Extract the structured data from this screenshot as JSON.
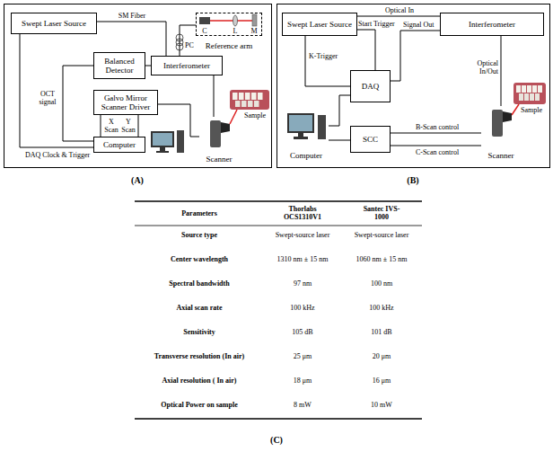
{
  "diagram": {
    "nodes": [
      {
        "text": [
          "Swept Laser Source"
        ]
      },
      {
        "text": [
          "Balanced Detector"
        ]
      },
      {
        "text": [
          "Interferometer"
        ]
      },
      {
        "text": [
          "Reference arm"
        ]
      },
      {
        "text": [
          "Galvo Mirror Scanner Driver"
        ]
      },
      {
        "text": [
          "Computer"
        ]
      },
      {
        "text": [
          "Scanner"
        ]
      },
      {
        "text": [
          "Swept Laser Source"
        ]
      },
      {
        "text": [
          "Interferometer"
        ]
      },
      {
        "text": [
          "DAQ"
        ]
      },
      {
        "text": [
          "Computer"
        ]
      },
      {
        "text": [
          "SCC"
        ]
      },
      {
        "text": [
          "Scanner"
        ]
      }
    ],
    "edges": [
      {
        "from": 0,
        "to": 2,
        "label": "SM Fiber",
        "arrow": "none"
      },
      {
        "from": 1,
        "to": 2,
        "arrow": "none"
      },
      {
        "from": 2,
        "to": 3,
        "arrow": "none"
      },
      {
        "from": 2,
        "to": 6,
        "arrow": "none"
      },
      {
        "from": 1,
        "to": 5,
        "label": "OCT signal",
        "arrow": "none"
      },
      {
        "from": 5,
        "to": 4,
        "label": "X Scan",
        "arrow": "none"
      },
      {
        "from": 5,
        "to": 4,
        "label": "Y Scan",
        "arrow": "none"
      },
      {
        "from": 4,
        "to": 6,
        "arrow": "none"
      },
      {
        "from": 0,
        "to": 5,
        "label": "DAQ Clock & Trigger",
        "arrow": "none"
      },
      {
        "from": 7,
        "to": 8,
        "label": "Optical In",
        "arrow": "none"
      },
      {
        "from": 7,
        "to": 9,
        "label": "Start Trigger",
        "arrow": "none"
      },
      {
        "from": 8,
        "to": 9,
        "label": "Signal Out",
        "arrow": "none"
      },
      {
        "from": 7,
        "to": 9,
        "label": "K-Trigger",
        "arrow": "none"
      },
      {
        "from": 8,
        "to": 12,
        "label": "Optical In/Out",
        "arrow": "none"
      },
      {
        "from": 10,
        "to": 9,
        "arrow": "none"
      },
      {
        "from": 10,
        "to": 11,
        "arrow": "none"
      },
      {
        "from": 11,
        "to": 12,
        "label": "B-Scan control",
        "arrow": "none"
      },
      {
        "from": 11,
        "to": 12,
        "label": "C-Scan control",
        "arrow": "none"
      }
    ],
    "labels": [
      "PC",
      "C",
      "L",
      "M",
      "Sample",
      "(A)",
      "Sample",
      "(B)",
      "Parameters",
      "Thorlabs OCS1310V1",
      "Santec IVS-1000",
      "Source type",
      "Swept-source laser",
      "Swept-source laser",
      "Center wavelength",
      "1310 nm ± 15 nm",
      "1060 nm ± 15 nm",
      "Spectral bandwidth",
      "97 nm",
      "100 nm",
      "Axial scan rate",
      "100 kHz",
      "100 kHz",
      "Sensitivity",
      "105 dB",
      "101 dB",
      "Transverse resolution (In air)",
      "25 μm",
      "20 μm",
      "Axial resolution ( In air)",
      "18 μm",
      "16 μm",
      "Optical Power on sample",
      "8 mW",
      "10 mW",
      "(C)"
    ]
  }
}
